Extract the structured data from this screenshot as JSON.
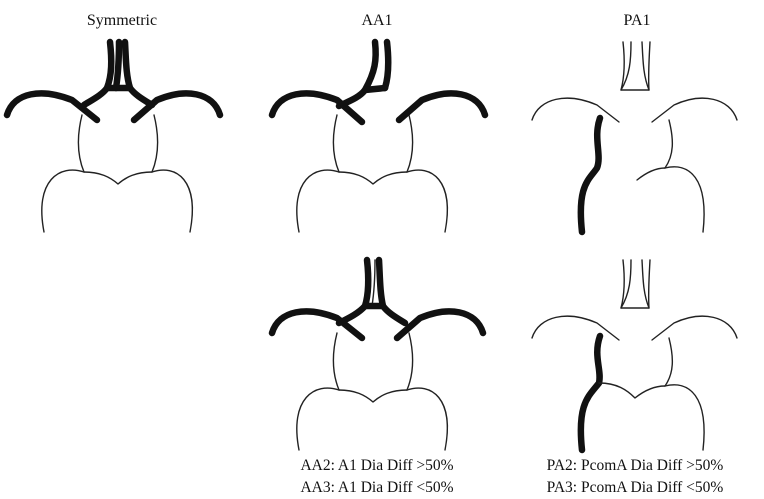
{
  "titles": {
    "symmetric": "Symmetric",
    "aa1": "AA1",
    "pa1": "PA1"
  },
  "captions": {
    "aa2": "AA2: A1 Dia Diff >50%",
    "aa3": "AA3: A1 Dia Diff <50%",
    "pa2": "PA2: PcomA Dia Diff >50%",
    "pa3": "PA3: PcomA Dia Diff <50%"
  }
}
